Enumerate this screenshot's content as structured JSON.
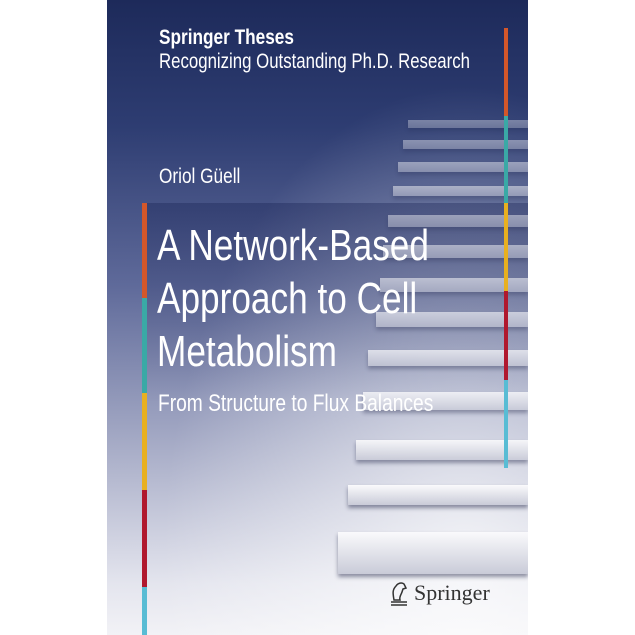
{
  "series": {
    "name": "Springer Theses",
    "tagline": "Recognizing Outstanding Ph.D. Research"
  },
  "author": "Oriol Güell",
  "title": {
    "line1": "A Network-Based",
    "line2": "Approach to Cell",
    "line3": "Metabolism"
  },
  "subtitle": "From Structure to Flux Balances",
  "publisher": {
    "name": "Springer",
    "icon": "springer-knight-logo"
  },
  "colors": {
    "orange": "#d4572a",
    "teal": "#3aa9a6",
    "yellow": "#e8b020",
    "red": "#b0182e",
    "cyan": "#58bcd4"
  }
}
